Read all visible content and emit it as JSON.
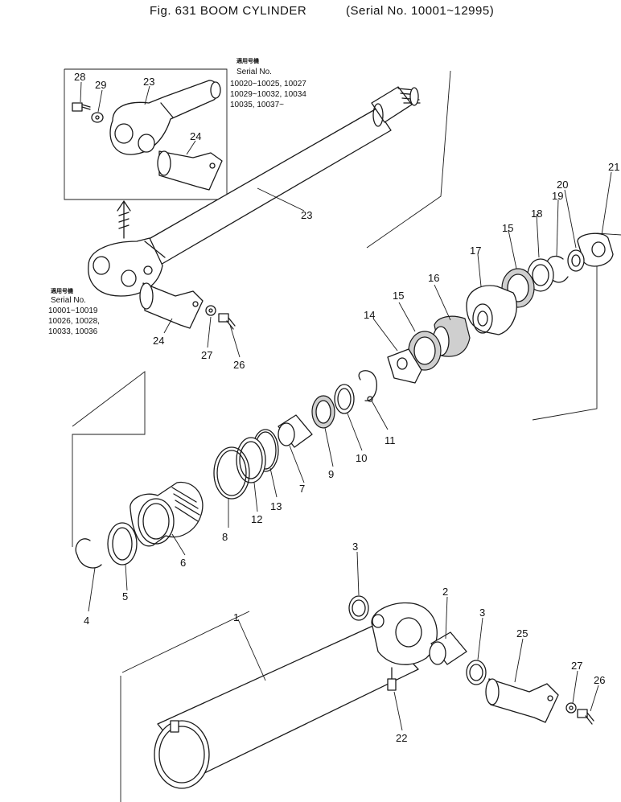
{
  "title": "Fig. 631 BOOM CYLINDER",
  "serial_range": "(Serial No. 10001~12995)",
  "note_top": {
    "jp": "適用号機",
    "heading": "Serial No.",
    "lines": [
      "10020~10025, 10027",
      "10029~10032, 10034",
      "10035, 10037~"
    ]
  },
  "note_bottom": {
    "jp": "適用号機",
    "heading": "Serial No.",
    "lines": [
      "10001~10019",
      "10026, 10028,",
      "10033, 10036"
    ]
  },
  "parts": {
    "p1": "1",
    "p2": "2",
    "p3a": "3",
    "p3b": "3",
    "p4": "4",
    "p5": "5",
    "p6": "6",
    "p7": "7",
    "p8": "8",
    "p9": "9",
    "p10": "10",
    "p11": "11",
    "p12": "12",
    "p13": "13",
    "p14": "14",
    "p15a": "15",
    "p15b": "15",
    "p16": "16",
    "p17": "17",
    "p18": "18",
    "p19": "19",
    "p20": "20",
    "p21": "21",
    "p22": "22",
    "p23a": "23",
    "p23b": "23",
    "p24a": "24",
    "p24b": "24",
    "p25": "25",
    "p26a": "26",
    "p26b": "26",
    "p27a": "27",
    "p27b": "27",
    "p28": "28",
    "p29": "29"
  }
}
